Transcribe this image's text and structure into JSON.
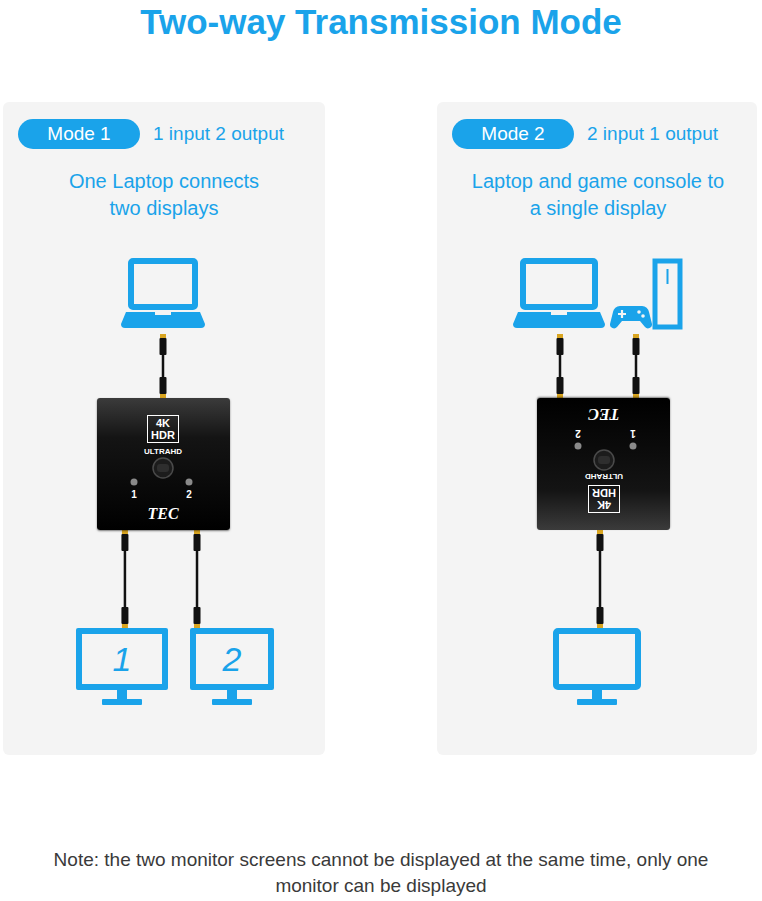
{
  "diagram": {
    "title": "Two-way Transmission Mode",
    "nodes": [
      {
        "text": [
          "1 input 2 output",
          "One Laptop connects two displays"
        ]
      },
      {
        "text": [
          "Mode 1"
        ],
        "in": 0
      },
      {
        "text": [
          "4K HDR",
          "ULTRAHD",
          "1",
          "2",
          "TEC"
        ],
        "in": 0
      },
      {
        "text": [
          "1"
        ],
        "in": 0
      },
      {
        "text": [
          "2"
        ],
        "in": 0
      },
      {
        "text": [
          "2 input 1 output",
          "Laptop and game console to a single display"
        ]
      },
      {
        "text": [
          "Mode 2"
        ],
        "in": 5
      },
      {
        "text": [
          "4K HDR",
          "ULTRAHD",
          "1",
          "2",
          "TEC"
        ],
        "in": 5
      }
    ],
    "edges": [
      {
        "from": 2,
        "to": 3,
        "arrow": "none"
      },
      {
        "from": 2,
        "to": 4,
        "arrow": "none"
      }
    ],
    "labels": [
      "Note: the two monitor screens cannot be displayed at the same time, only one monitor can be displayed"
    ]
  }
}
